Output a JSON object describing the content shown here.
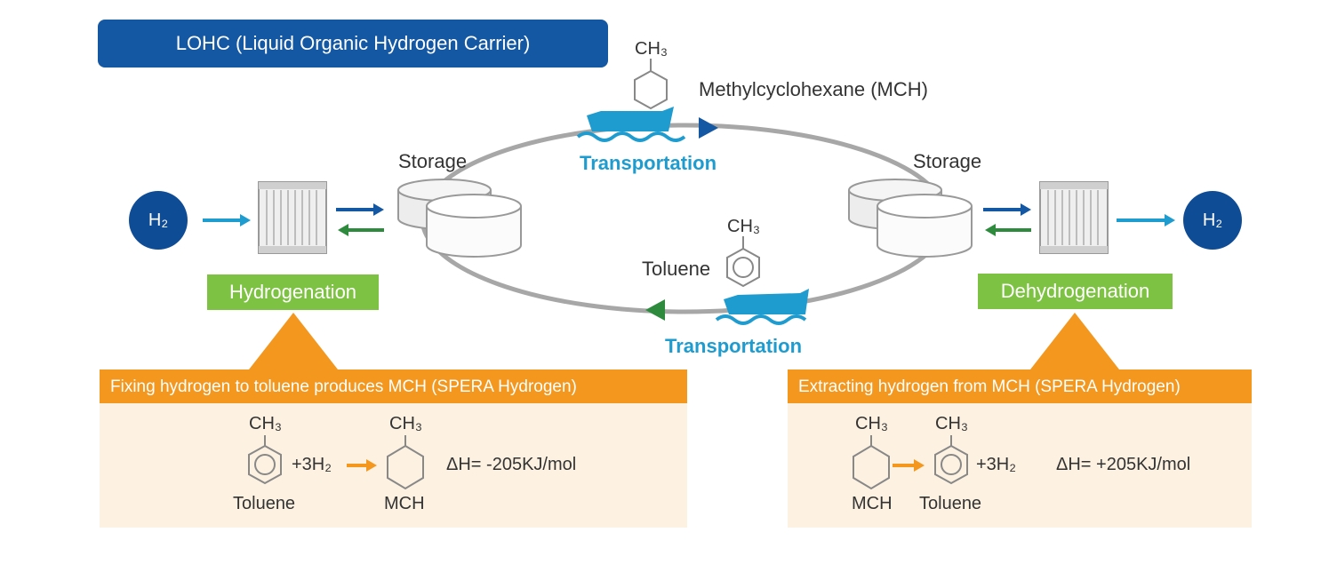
{
  "title": "LOHC (Liquid Organic Hydrogen Carrier)",
  "top_molecule": {
    "group": "CH₃",
    "name": "Methylcyclohexane (MCH)"
  },
  "bottom_molecule": {
    "group": "CH₃",
    "name": "Toluene"
  },
  "transport_top": "Transportation",
  "transport_bottom": "Transportation",
  "storage_left": "Storage",
  "storage_right": "Storage",
  "h2_left": "H₂",
  "h2_right": "H₂",
  "hydrogenation": "Hydrogenation",
  "dehydrogenation": "Dehydrogenation",
  "left_panel": {
    "header": "Fixing hydrogen to toluene produces MCH (SPERA Hydrogen)",
    "reactant_group": "CH₃",
    "reactant": "Toluene",
    "plus": "+3H₂",
    "product_group": "CH₃",
    "product": "MCH",
    "enthalpy": "ΔH= -205KJ/mol"
  },
  "right_panel": {
    "header": "Extracting hydrogen from MCH (SPERA Hydrogen)",
    "reactant_group": "CH₃",
    "reactant": "MCH",
    "product_group": "CH₃",
    "product": "Toluene",
    "plus": "+3H₂",
    "enthalpy": "ΔH= +205KJ/mol"
  },
  "colors": {
    "navy": "#1457a3",
    "blue_arrow": "#1e9ccf",
    "green": "#7dc242",
    "dark_green": "#2e8b3e",
    "orange": "#f3971f",
    "cream": "#fdf1e1",
    "ship": "#1e9ccf"
  }
}
